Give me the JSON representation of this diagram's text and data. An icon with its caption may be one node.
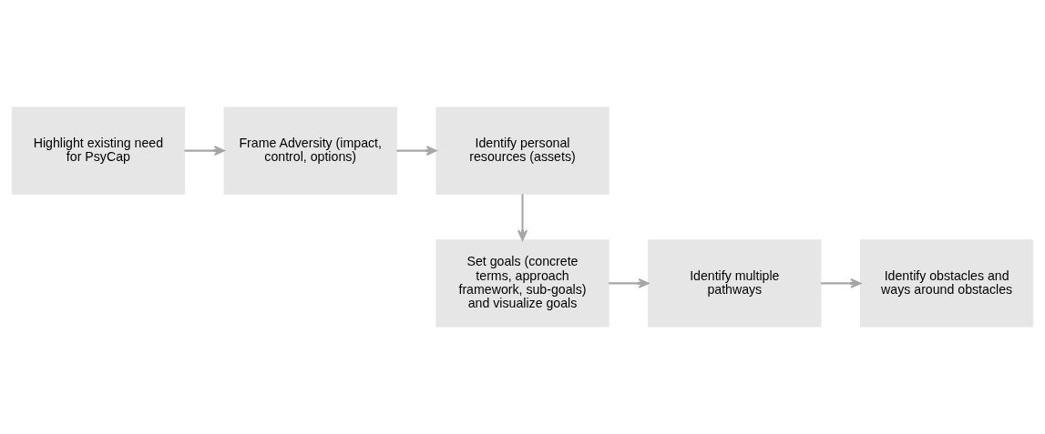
{
  "diagram": {
    "nodes": [
      {
        "text": [
          "Highlight existing need for PsyCap"
        ]
      },
      {
        "text": [
          "Frame Adversity (impact, control, options)"
        ]
      },
      {
        "text": [
          "Identify personal resources (assets)"
        ]
      },
      {
        "text": [
          "Set goals (concrete terms, approach framework, sub-goals) and visualize goals"
        ]
      },
      {
        "text": [
          "Identify multiple pathways"
        ]
      },
      {
        "text": [
          "Identify obstacles and ways around obstacles"
        ]
      }
    ],
    "edges": [
      {
        "from": 0,
        "to": 1,
        "arrow": "to"
      },
      {
        "from": 1,
        "to": 2,
        "arrow": "to"
      },
      {
        "from": 2,
        "to": 3,
        "arrow": "to"
      },
      {
        "from": 3,
        "to": 4,
        "arrow": "to"
      },
      {
        "from": 4,
        "to": 5,
        "arrow": "to"
      }
    ]
  }
}
